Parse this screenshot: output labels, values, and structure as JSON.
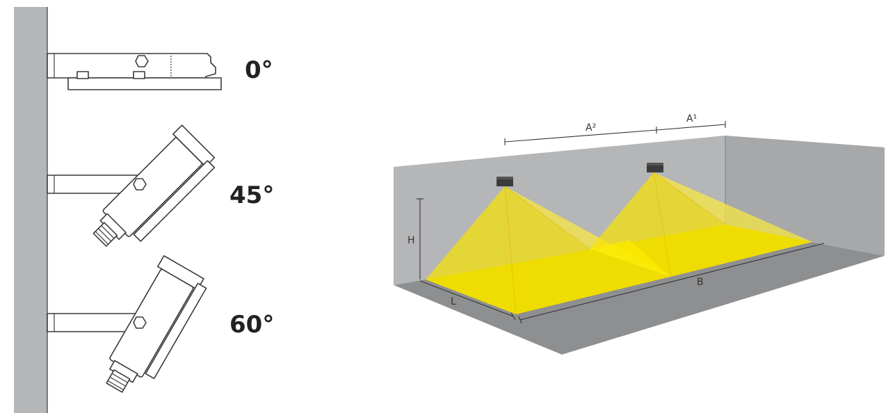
{
  "mounting_angles": {
    "flat": "0°",
    "mid": "45°",
    "steep": "60°"
  },
  "dimensions": {
    "a2": "A²",
    "a1": "A¹",
    "height": "H",
    "length": "L",
    "width": "B"
  },
  "colors": {
    "wall": "#b5b6b8",
    "floor": "#8e8f91",
    "light_beam": "#f7e300",
    "fixture": "#3b3b3b"
  }
}
